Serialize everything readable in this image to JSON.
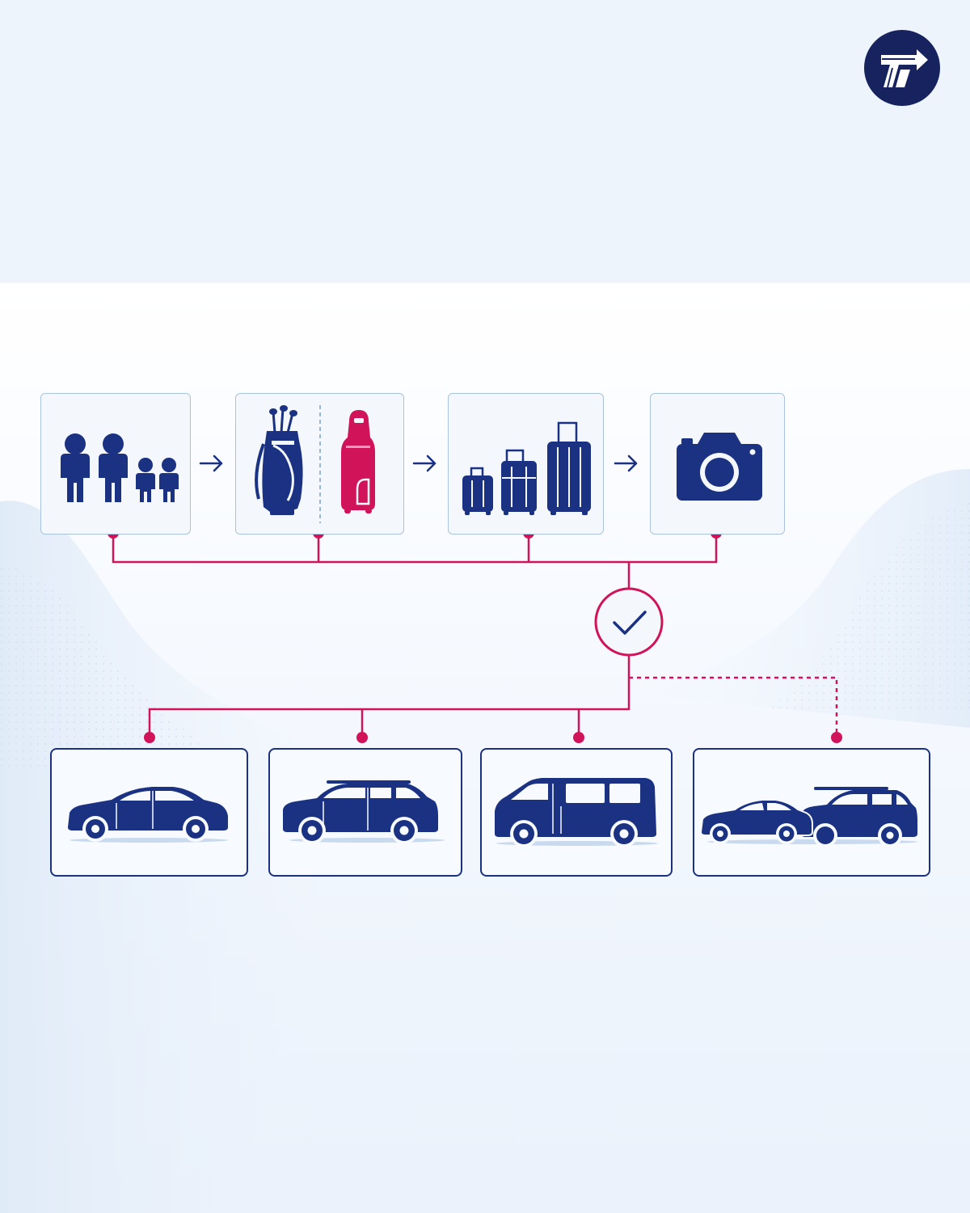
{
  "brand": {
    "logo_icon": "road-arrow-logo",
    "color": "#16235e"
  },
  "colors": {
    "navy": "#1b3182",
    "accent": "#d1145a",
    "card_border": "#a9c3de",
    "background": "#eef4fc"
  },
  "requirements": [
    {
      "id": "passengers",
      "icon": "family-group-icon"
    },
    {
      "id": "special-items",
      "icon": "golf-bag-and-ski-case-icon"
    },
    {
      "id": "luggage",
      "icon": "suitcases-icon"
    },
    {
      "id": "camera",
      "icon": "camera-icon"
    }
  ],
  "decision": {
    "icon": "checkmark-icon"
  },
  "vehicles": [
    {
      "id": "sedan",
      "icon": "sedan-icon",
      "link": "solid"
    },
    {
      "id": "suv",
      "icon": "suv-icon",
      "link": "solid"
    },
    {
      "id": "van",
      "icon": "van-icon",
      "link": "solid"
    },
    {
      "id": "multi-vehicle",
      "icon": "two-vehicles-icon",
      "link": "dashed"
    }
  ]
}
